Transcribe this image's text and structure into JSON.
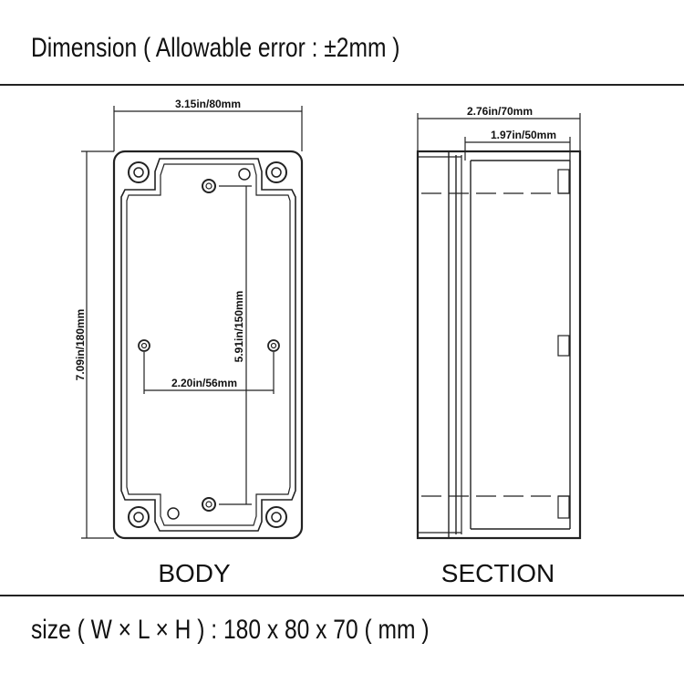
{
  "header": {
    "title": "Dimension ( Allowable error : ±2mm )"
  },
  "footer": {
    "size_text": "size ( W × L × H ) : 180 x 80 x 70 ( mm )"
  },
  "body_view": {
    "label": "BODY",
    "width_dim": "3.15in/80mm",
    "height_dim": "7.09in/180mm",
    "hole_spacing_vertical": "5.91in/150mm",
    "hole_spacing_horizontal": "2.20in/56mm"
  },
  "section_view": {
    "label": "SECTION",
    "total_depth": "2.76in/70mm",
    "inner_depth": "1.97in/50mm"
  }
}
